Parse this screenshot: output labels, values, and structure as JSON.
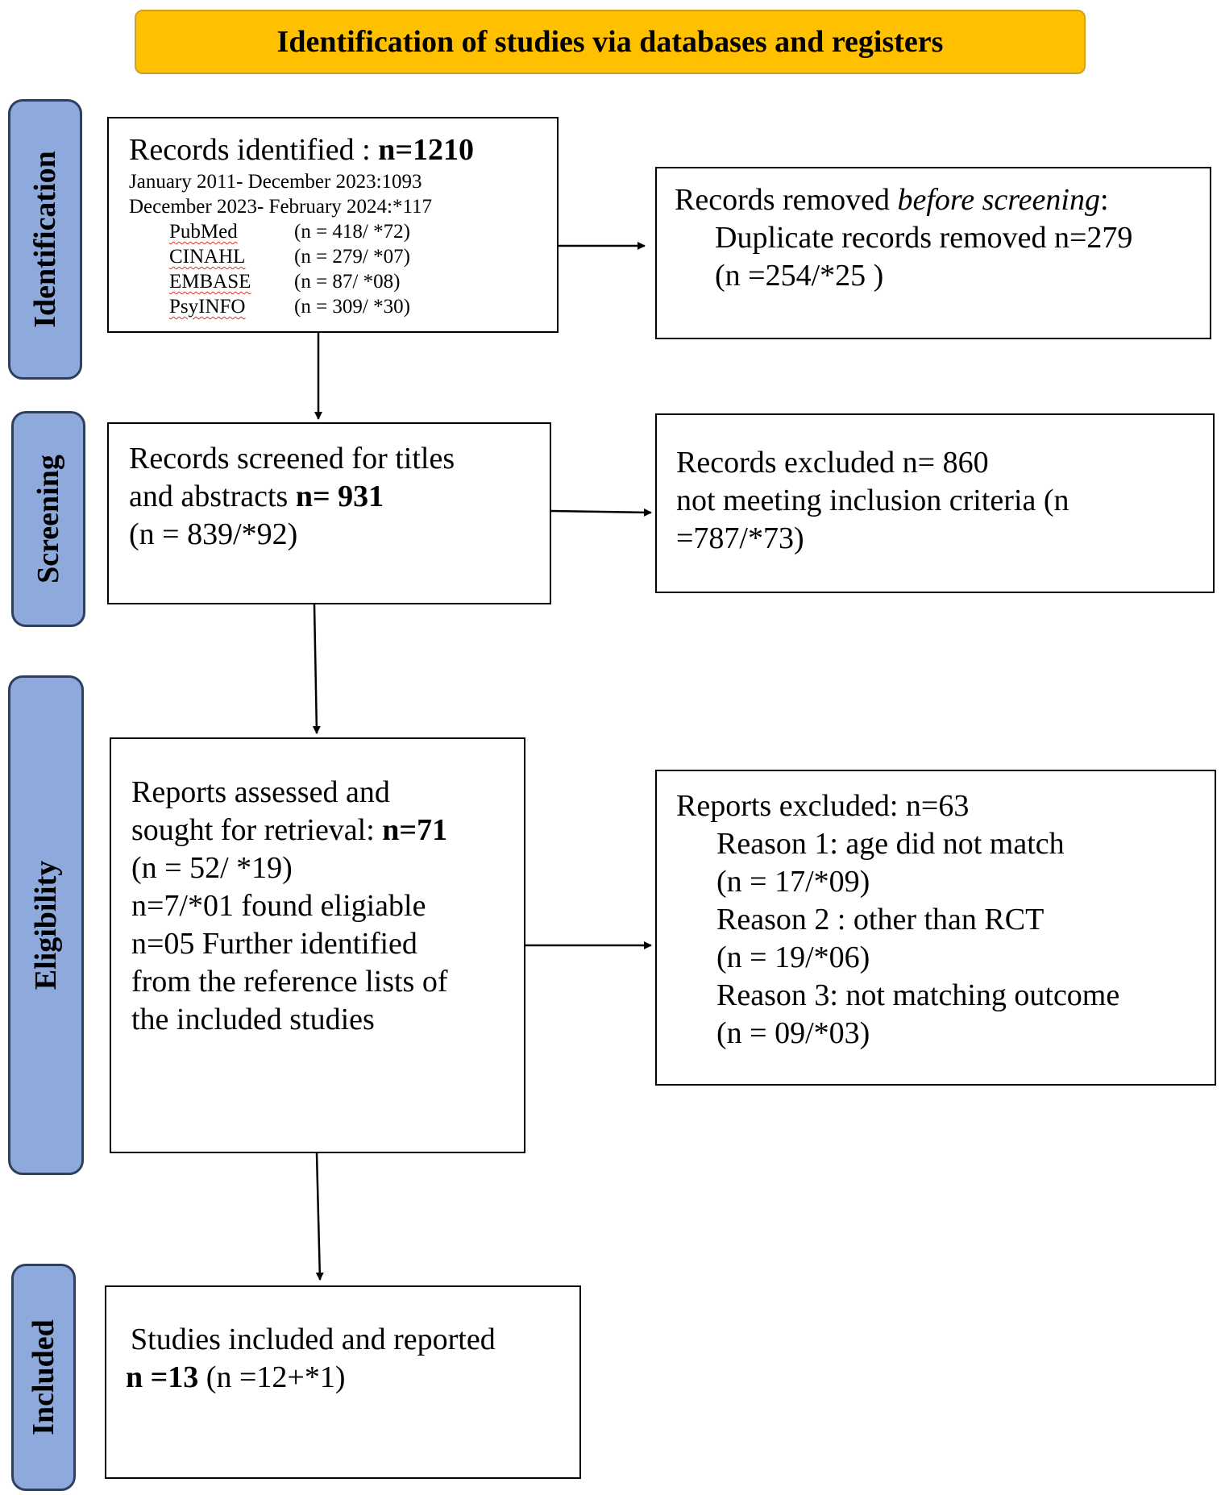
{
  "header": {
    "title": "Identification of studies via databases and registers"
  },
  "phases": {
    "identification": "Identification",
    "screening": "Screening",
    "eligibility": "Eligibility",
    "included": "Included"
  },
  "identified": {
    "label": "Records identified : ",
    "count": "n=1210",
    "period1": "January 2011- December 2023:1093",
    "period2": "December 2023- February 2024:*117",
    "databases": [
      {
        "name": "PubMed",
        "n": "(n = 418/ *72)"
      },
      {
        "name": "CINAHL",
        "n": "(n = 279/ *07)"
      },
      {
        "name": "EMBASE",
        "n": "(n = 87/ *08)"
      },
      {
        "name": "PsyINFO",
        "n": "(n = 309/ *30)"
      }
    ]
  },
  "removed": {
    "label_prefix": "Records removed ",
    "label_italic": "before screening",
    "label_suffix": ":",
    "duplicates": "Duplicate records removed n=279",
    "detail": "(n =254/*25 )"
  },
  "screened": {
    "line1": "Records screened  for titles",
    "line2_prefix": "and abstracts ",
    "line2_bold": "n= 931",
    "line3": "(n = 839/*92)"
  },
  "excluded_records": {
    "line1": "Records excluded n= 860",
    "line2": "not meeting inclusion criteria (n",
    "line3": "=787/*73)"
  },
  "assessed": {
    "line1": "Reports assessed and",
    "line2_prefix": "sought for retrieval: ",
    "line2_bold": "n=71",
    "line3": "(n = 52/ *19)",
    "line4": "n=7/*01 found eligiable",
    "line5": "n=05  Further identified",
    "line6": "from the reference lists of",
    "line7": "the included studies"
  },
  "excluded_reports": {
    "title": "Reports excluded: n=63",
    "reason1": "Reason 1:  age did not match",
    "reason1_n": "(n = 17/*09)",
    "reason2": "Reason 2 : other than RCT",
    "reason2_n": "(n = 19/*06)",
    "reason3": "Reason 3: not matching outcome",
    "reason3_n": "(n = 09/*03)"
  },
  "included_studies": {
    "line1": "Studies included and reported",
    "count": "n =13",
    "detail": " (n =12+*1)"
  }
}
